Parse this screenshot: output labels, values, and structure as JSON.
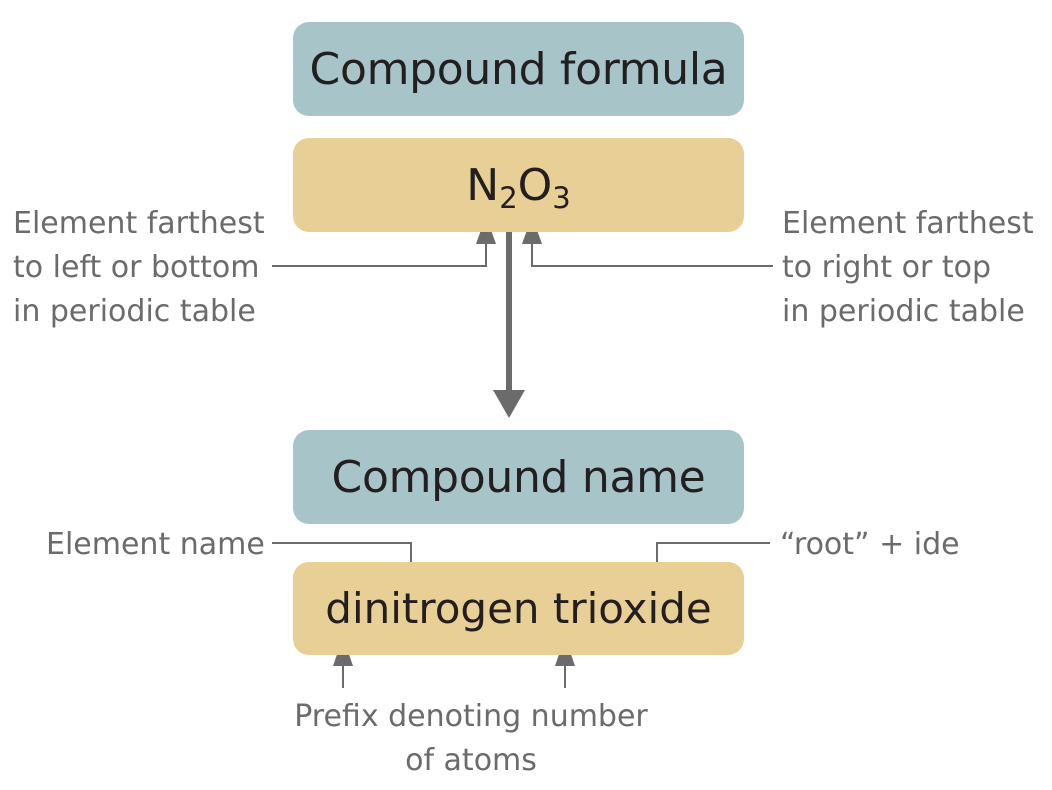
{
  "formula_box": {
    "title": "Compound formula"
  },
  "formula": {
    "element1": "N",
    "subscript1": "2",
    "element2": "O",
    "subscript2": "3"
  },
  "left_annotation": [
    "Element farthest",
    "to left or bottom",
    "in periodic table"
  ],
  "right_annotation": [
    "Element farthest",
    "to right or top",
    "in periodic table"
  ],
  "name_box": {
    "title": "Compound name"
  },
  "compound_name": "dinitrogen trioxide",
  "element_name_label": "Element name",
  "root_ide_label": "“root” + ide",
  "prefix_annotation": [
    "Prefix denoting number",
    "of atoms"
  ],
  "colors": {
    "blue_box": "#a7c4c9",
    "tan_box": "#e8cf96",
    "arrow_gray": "#6b6b6b",
    "label_gray": "#6b6b6b",
    "box_text": "#231f20"
  }
}
